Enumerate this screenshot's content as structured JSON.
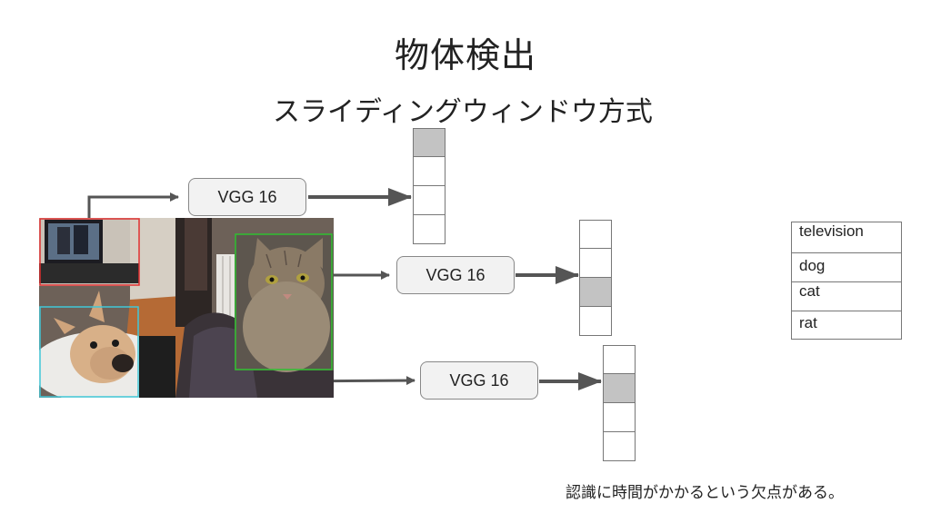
{
  "title": "物体検出",
  "subtitle": "スライディングウィンドウ方式",
  "model_label": "VGG 16",
  "class_labels": [
    "television",
    "dog",
    "cat",
    "rat"
  ],
  "vectors": [
    {
      "cells": 4,
      "active_index": 0
    },
    {
      "cells": 4,
      "active_index": 2
    },
    {
      "cells": 4,
      "active_index": 1
    }
  ],
  "note": "認識に時間がかかるという欠点がある。",
  "colors": {
    "box_red": "#e03030",
    "box_cyan": "#40c8d8",
    "box_green": "#30c030",
    "arrow": "#555555",
    "active_cell": "#c3c3c3"
  }
}
